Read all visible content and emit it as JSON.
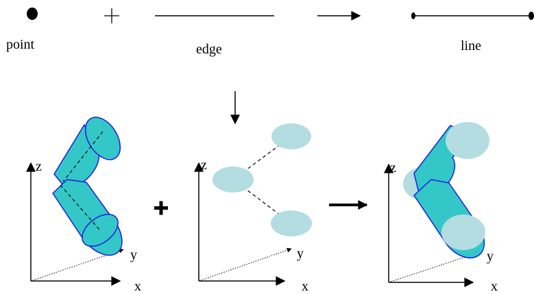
{
  "labels": {
    "point": "point",
    "edge": "edge",
    "line": "line",
    "plus": "+"
  },
  "axes": {
    "x": "x",
    "y": "y",
    "z": "z"
  },
  "colors": {
    "cylinder_fill": "#33c7c7",
    "cylinder_stroke": "#1a1adf",
    "disk_fill": "#b3dde0",
    "ink": "#000000"
  }
}
